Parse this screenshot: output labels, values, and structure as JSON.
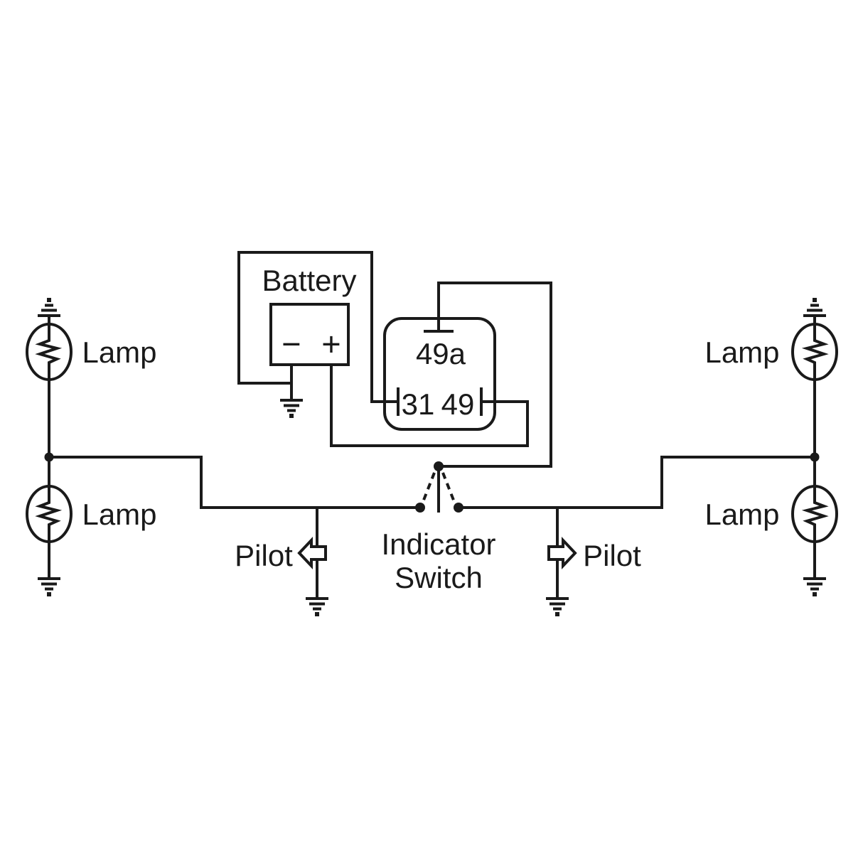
{
  "colors": {
    "line": "#1a1a1a",
    "background": "#ffffff"
  },
  "battery": {
    "label": "Battery",
    "minus": "−",
    "plus": "+"
  },
  "relay": {
    "terminal_top": "49a",
    "terminal_bottom_left": "31",
    "terminal_bottom_right": "49"
  },
  "lamps": {
    "top_left": "Lamp",
    "bottom_left": "Lamp",
    "top_right": "Lamp",
    "bottom_right": "Lamp"
  },
  "pilots": {
    "left": "Pilot",
    "right": "Pilot"
  },
  "switch": {
    "line1": "Indicator",
    "line2": "Switch"
  }
}
